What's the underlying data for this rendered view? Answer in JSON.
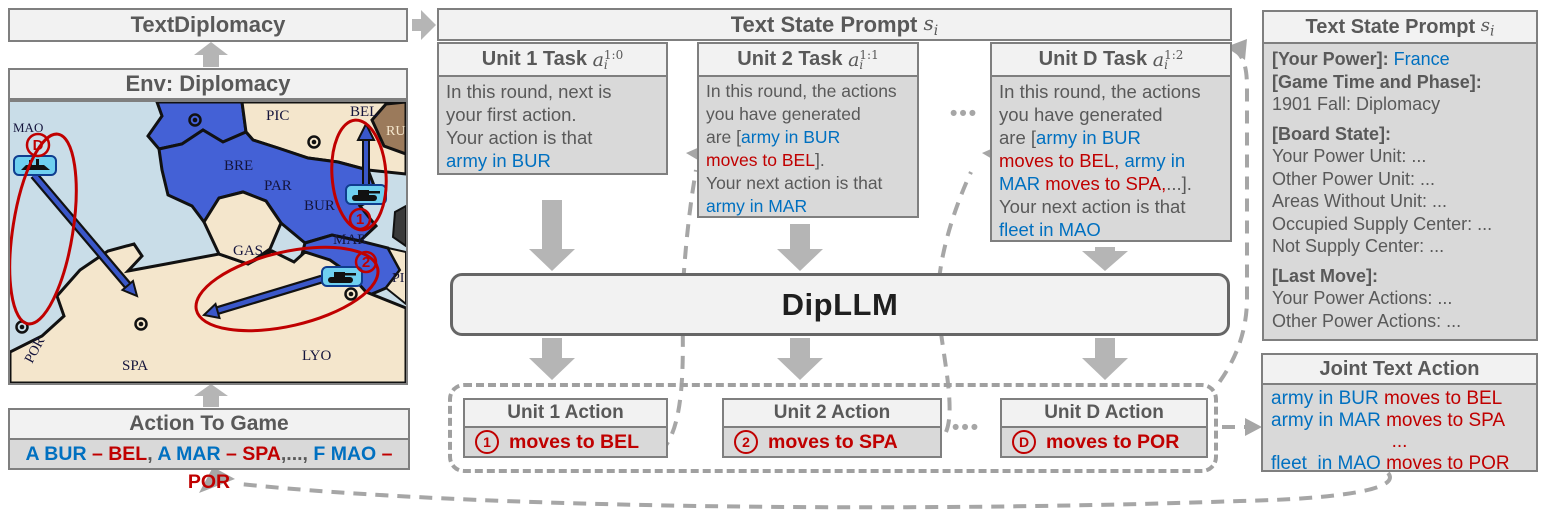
{
  "colors": {
    "blue": "#0070C0",
    "red": "#C00000",
    "header_bg": "#f2f2f2",
    "body_bg": "#d9d9d9",
    "border": "#7f7f7f",
    "arrow_gray": "#b5b5b5",
    "dash_gray": "#a6a6a6",
    "map_sea": "#c9dde8",
    "map_land": "#f4e6cc",
    "map_france_blue": "#4461d6",
    "annotation_red": "#c00000"
  },
  "left": {
    "textdiplomacy": "TextDiplomacy",
    "env_title": "Env: Diplomacy",
    "action_to_game": {
      "title": "Action To Game",
      "segments": [
        {
          "t": "A BUR ",
          "c": "blue"
        },
        {
          "t": "– BEL",
          "c": "red"
        },
        {
          "t": ", "
        },
        {
          "t": "A MAR ",
          "c": "blue"
        },
        {
          "t": "– SPA",
          "c": "red"
        },
        {
          "t": ",..., "
        },
        {
          "t": "F MAO ",
          "c": "blue"
        },
        {
          "t": "– POR",
          "c": "red"
        }
      ]
    },
    "map": {
      "labels": [
        "MAO",
        "BRE",
        "PAR",
        "BUR",
        "GAS",
        "MAR",
        "SPA",
        "POR",
        "LYO",
        "PIC",
        "BEL",
        "RU",
        "PI"
      ],
      "markers": [
        "D",
        "1",
        "2"
      ]
    }
  },
  "middle": {
    "state_prompt_title": {
      "text": "Text State Prompt",
      "var": "s",
      "sub": "i"
    },
    "ellipsis": "•••",
    "tasks": [
      {
        "title": "Unit 1 Task",
        "var": "a",
        "sub": "i",
        "sup": "1:0",
        "lines": [
          {
            "seg": [
              {
                "t": "In this round, next is"
              }
            ]
          },
          {
            "seg": [
              {
                "t": "your first action."
              }
            ]
          },
          {
            "seg": [
              {
                "t": "Your action is that"
              }
            ]
          },
          {
            "seg": [
              {
                "t": "army in BUR",
                "c": "blue"
              }
            ]
          }
        ]
      },
      {
        "title": "Unit 2 Task",
        "var": "a",
        "sub": "i",
        "sup": "1:1",
        "lines": [
          {
            "seg": [
              {
                "t": "In this round, the actions"
              }
            ]
          },
          {
            "seg": [
              {
                "t": "you have generated"
              }
            ]
          },
          {
            "seg": [
              {
                "t": "are ["
              },
              {
                "t": "army in BUR",
                "c": "blue"
              }
            ]
          },
          {
            "seg": [
              {
                "t": "moves to BEL",
                "c": "red"
              },
              {
                "t": "]."
              }
            ]
          },
          {
            "seg": [
              {
                "t": "Your next action is that"
              }
            ]
          },
          {
            "seg": [
              {
                "t": "army in MAR",
                "c": "blue"
              }
            ]
          }
        ]
      },
      {
        "title": "Unit D Task",
        "var": "a",
        "sub": "i",
        "sup": "1:2",
        "lines": [
          {
            "seg": [
              {
                "t": "In this round, the actions"
              }
            ]
          },
          {
            "seg": [
              {
                "t": "you have generated"
              }
            ]
          },
          {
            "seg": [
              {
                "t": "are ["
              },
              {
                "t": "army in BUR",
                "c": "blue"
              }
            ]
          },
          {
            "seg": [
              {
                "t": "moves to BEL, ",
                "c": "red"
              },
              {
                "t": "army in",
                "c": "blue"
              }
            ]
          },
          {
            "seg": [
              {
                "t": "MAR ",
                "c": "blue"
              },
              {
                "t": "moves to SPA,",
                "c": "red"
              },
              {
                "t": "...]."
              }
            ]
          },
          {
            "seg": [
              {
                "t": "Your next action is that"
              }
            ]
          },
          {
            "seg": [
              {
                "t": "fleet in MAO",
                "c": "blue"
              }
            ]
          }
        ]
      }
    ],
    "dipllm": "DipLLM",
    "actions": [
      {
        "title": "Unit 1 Action",
        "badge": "1",
        "text": "moves to BEL"
      },
      {
        "title": "Unit 2 Action",
        "badge": "2",
        "text": "moves to SPA"
      },
      {
        "title": "Unit D Action",
        "badge": "D",
        "text": "moves to POR"
      }
    ]
  },
  "right": {
    "state_prompt": {
      "title": "Text State Prompt",
      "var": "s",
      "sub": "i",
      "lines": [
        {
          "seg": [
            {
              "t": "[Your Power]:",
              "b": 1
            },
            {
              "t": " France",
              "c": "blue"
            }
          ]
        },
        {
          "seg": [
            {
              "t": "[Game Time and Phase]:",
              "b": 1
            }
          ]
        },
        {
          "seg": [
            {
              "t": "1901 Fall: Diplomacy"
            }
          ]
        },
        {
          "mt": 1,
          "seg": [
            {
              "t": "[Board State]:",
              "b": 1
            }
          ]
        },
        {
          "seg": [
            {
              "t": "Your Power Unit: ..."
            }
          ]
        },
        {
          "seg": [
            {
              "t": "Other Power Unit: ..."
            }
          ]
        },
        {
          "seg": [
            {
              "t": "Areas Without Unit: ..."
            }
          ]
        },
        {
          "seg": [
            {
              "t": "Occupied Supply Center: ..."
            }
          ]
        },
        {
          "seg": [
            {
              "t": "Not Supply Center: ..."
            }
          ]
        },
        {
          "mt": 1,
          "seg": [
            {
              "t": "[Last Move]:",
              "b": 1
            }
          ]
        },
        {
          "seg": [
            {
              "t": "Your Power Actions: ..."
            }
          ]
        },
        {
          "seg": [
            {
              "t": "Other Power Actions: ..."
            }
          ]
        }
      ]
    },
    "joint_action": {
      "title": "Joint Text Action",
      "lines": [
        {
          "seg": [
            {
              "t": "army in BUR ",
              "c": "blue"
            },
            {
              "t": "moves to BEL",
              "c": "red"
            }
          ]
        },
        {
          "seg": [
            {
              "t": "army in MAR ",
              "c": "blue"
            },
            {
              "t": "moves to SPA",
              "c": "red"
            }
          ]
        },
        {
          "center": 1,
          "seg": [
            {
              "t": "...",
              "c": "red"
            }
          ]
        },
        {
          "seg": [
            {
              "t": "fleet  in MAO ",
              "c": "blue"
            },
            {
              "t": "moves to POR",
              "c": "red"
            }
          ]
        }
      ]
    }
  }
}
